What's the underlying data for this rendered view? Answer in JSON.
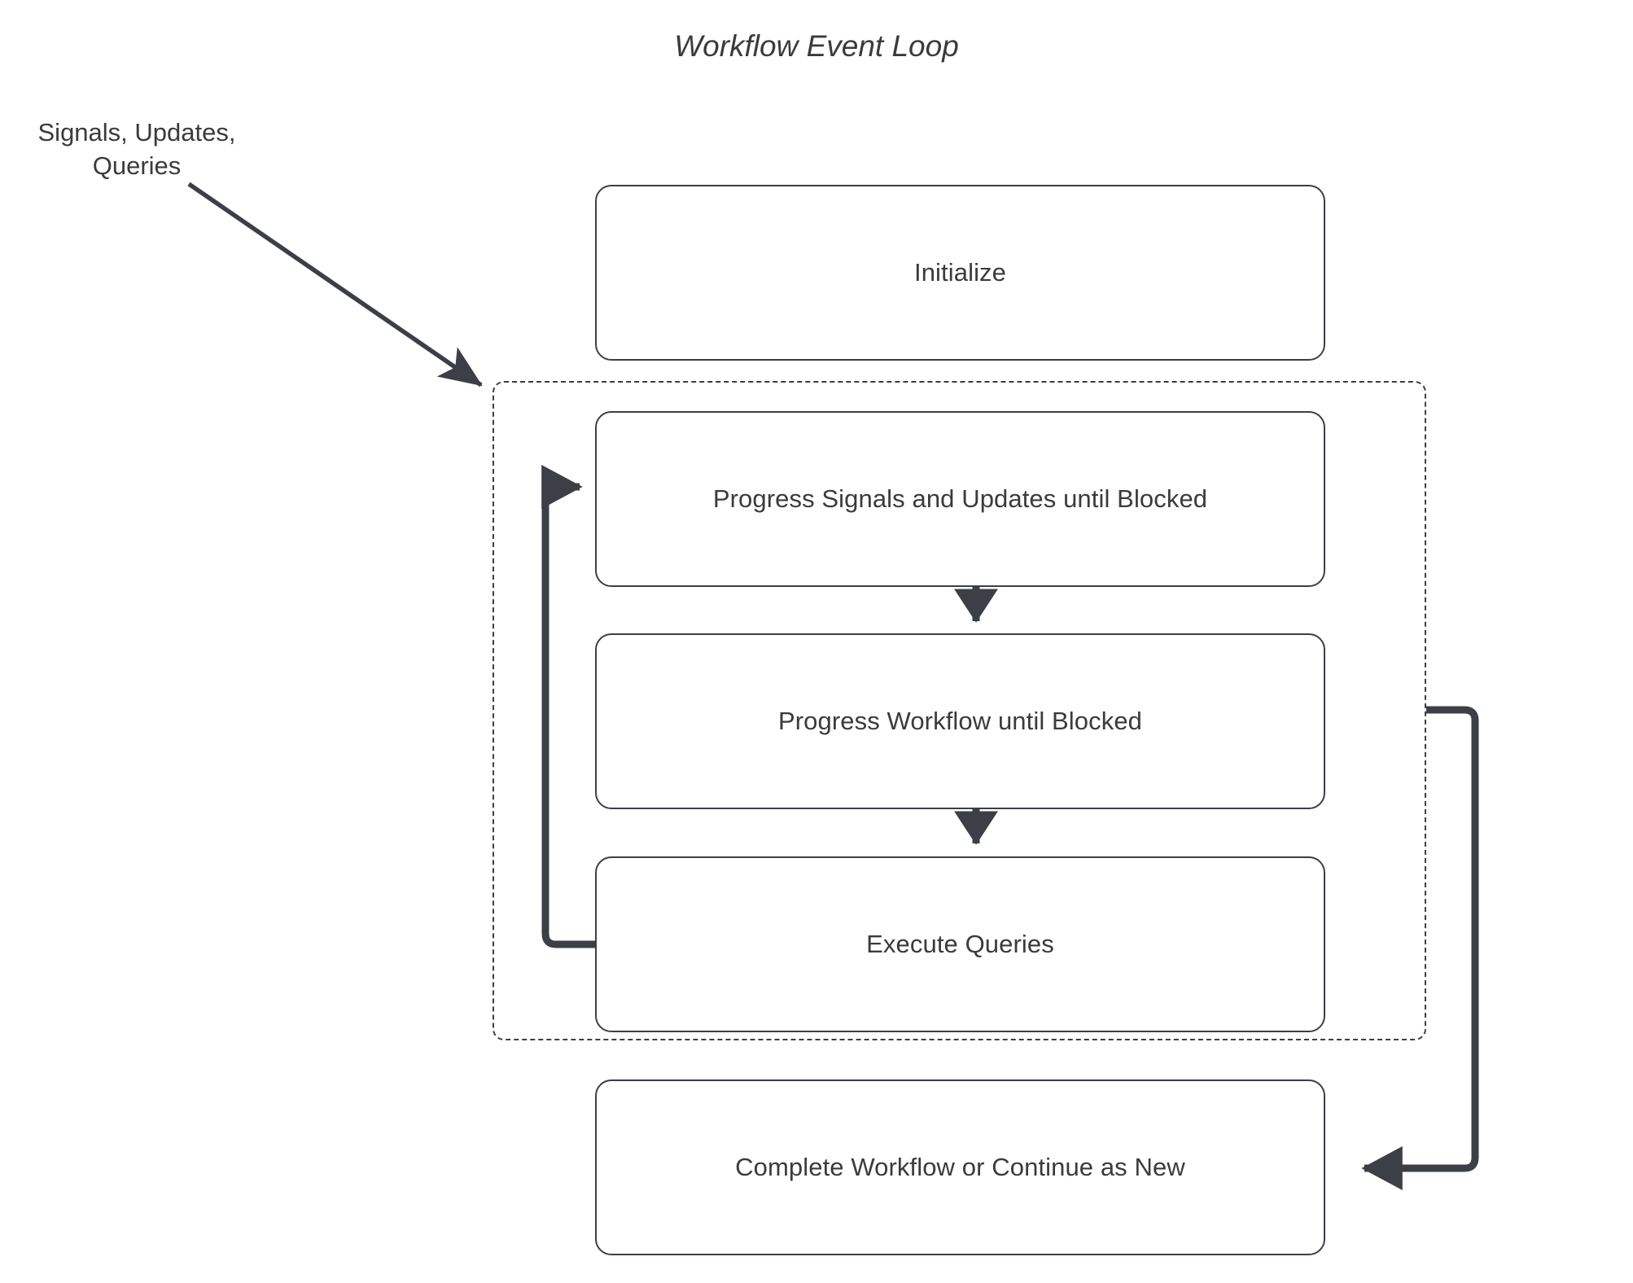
{
  "diagram": {
    "title": "Workflow Event Loop",
    "stroke_color": "#3d3f47",
    "text_color": "#3b3b3b",
    "background_color": "#ffffff",
    "input_label": {
      "line1": "Signals, Updates,",
      "line2": "Queries"
    },
    "nodes": [
      {
        "id": "initialize",
        "label": "Initialize"
      },
      {
        "id": "progress-signals",
        "label": "Progress Signals and Updates until Blocked"
      },
      {
        "id": "progress-workflow",
        "label": "Progress Workflow until Blocked"
      },
      {
        "id": "execute-queries",
        "label": "Execute Queries"
      },
      {
        "id": "complete-workflow",
        "label": "Complete Workflow or Continue as New"
      }
    ],
    "group": {
      "id": "event-loop-group",
      "style": "dashed",
      "label": ""
    },
    "edges": [
      {
        "id": "input-to-loop",
        "from": "Signals, Updates, Queries",
        "to": "event-loop-group",
        "style": "solid-diagonal-arrow"
      },
      {
        "id": "signals-to-workflow",
        "from": "progress-signals",
        "to": "progress-workflow",
        "style": "solid-down-arrow"
      },
      {
        "id": "workflow-to-queries",
        "from": "progress-workflow",
        "to": "execute-queries",
        "style": "solid-down-arrow"
      },
      {
        "id": "queries-to-signals",
        "from": "execute-queries",
        "to": "progress-signals",
        "style": "loop-back-left-arrow"
      },
      {
        "id": "loop-to-complete",
        "from": "event-loop-group",
        "to": "complete-workflow",
        "style": "loop-right-arrow"
      }
    ]
  }
}
